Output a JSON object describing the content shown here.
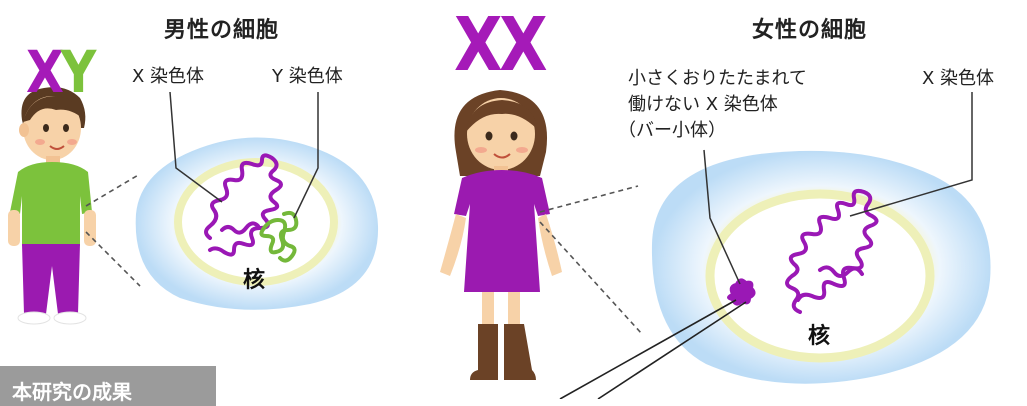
{
  "male": {
    "letters_x": "X",
    "letters_y": "Y",
    "title": "男性の細胞",
    "x_label": "X 染色体",
    "y_label": "Y 染色体",
    "nucleus": "核"
  },
  "female": {
    "letters": "XX",
    "title": "女性の細胞",
    "barr_line1": "小さくおりたたまれて",
    "barr_line2": "働けない X 染色体",
    "barr_line3": "（バー小体）",
    "x_label": "X 染色体",
    "nucleus": "核"
  },
  "footer": {
    "text": "本研究の成果"
  },
  "colors": {
    "x_chromosome": "#9a18b5",
    "y_chromosome": "#74b83a",
    "cell_outer": "#a9d2f2",
    "cell_inner": "#fbfbe2",
    "dress": "#9b1ab0",
    "shirt": "#7cc23c"
  }
}
